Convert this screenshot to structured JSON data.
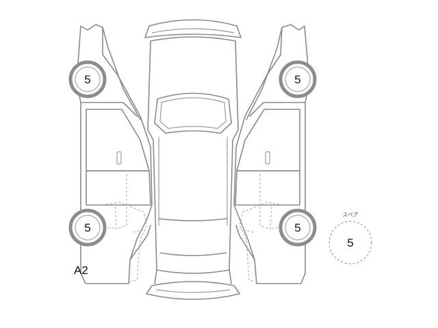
{
  "tires": {
    "front_left": "5",
    "front_right": "5",
    "rear_left": "5",
    "rear_right": "5",
    "spare": "5"
  },
  "spare_label": "スペア",
  "damage_marks": {
    "rear_left": "A2"
  }
}
